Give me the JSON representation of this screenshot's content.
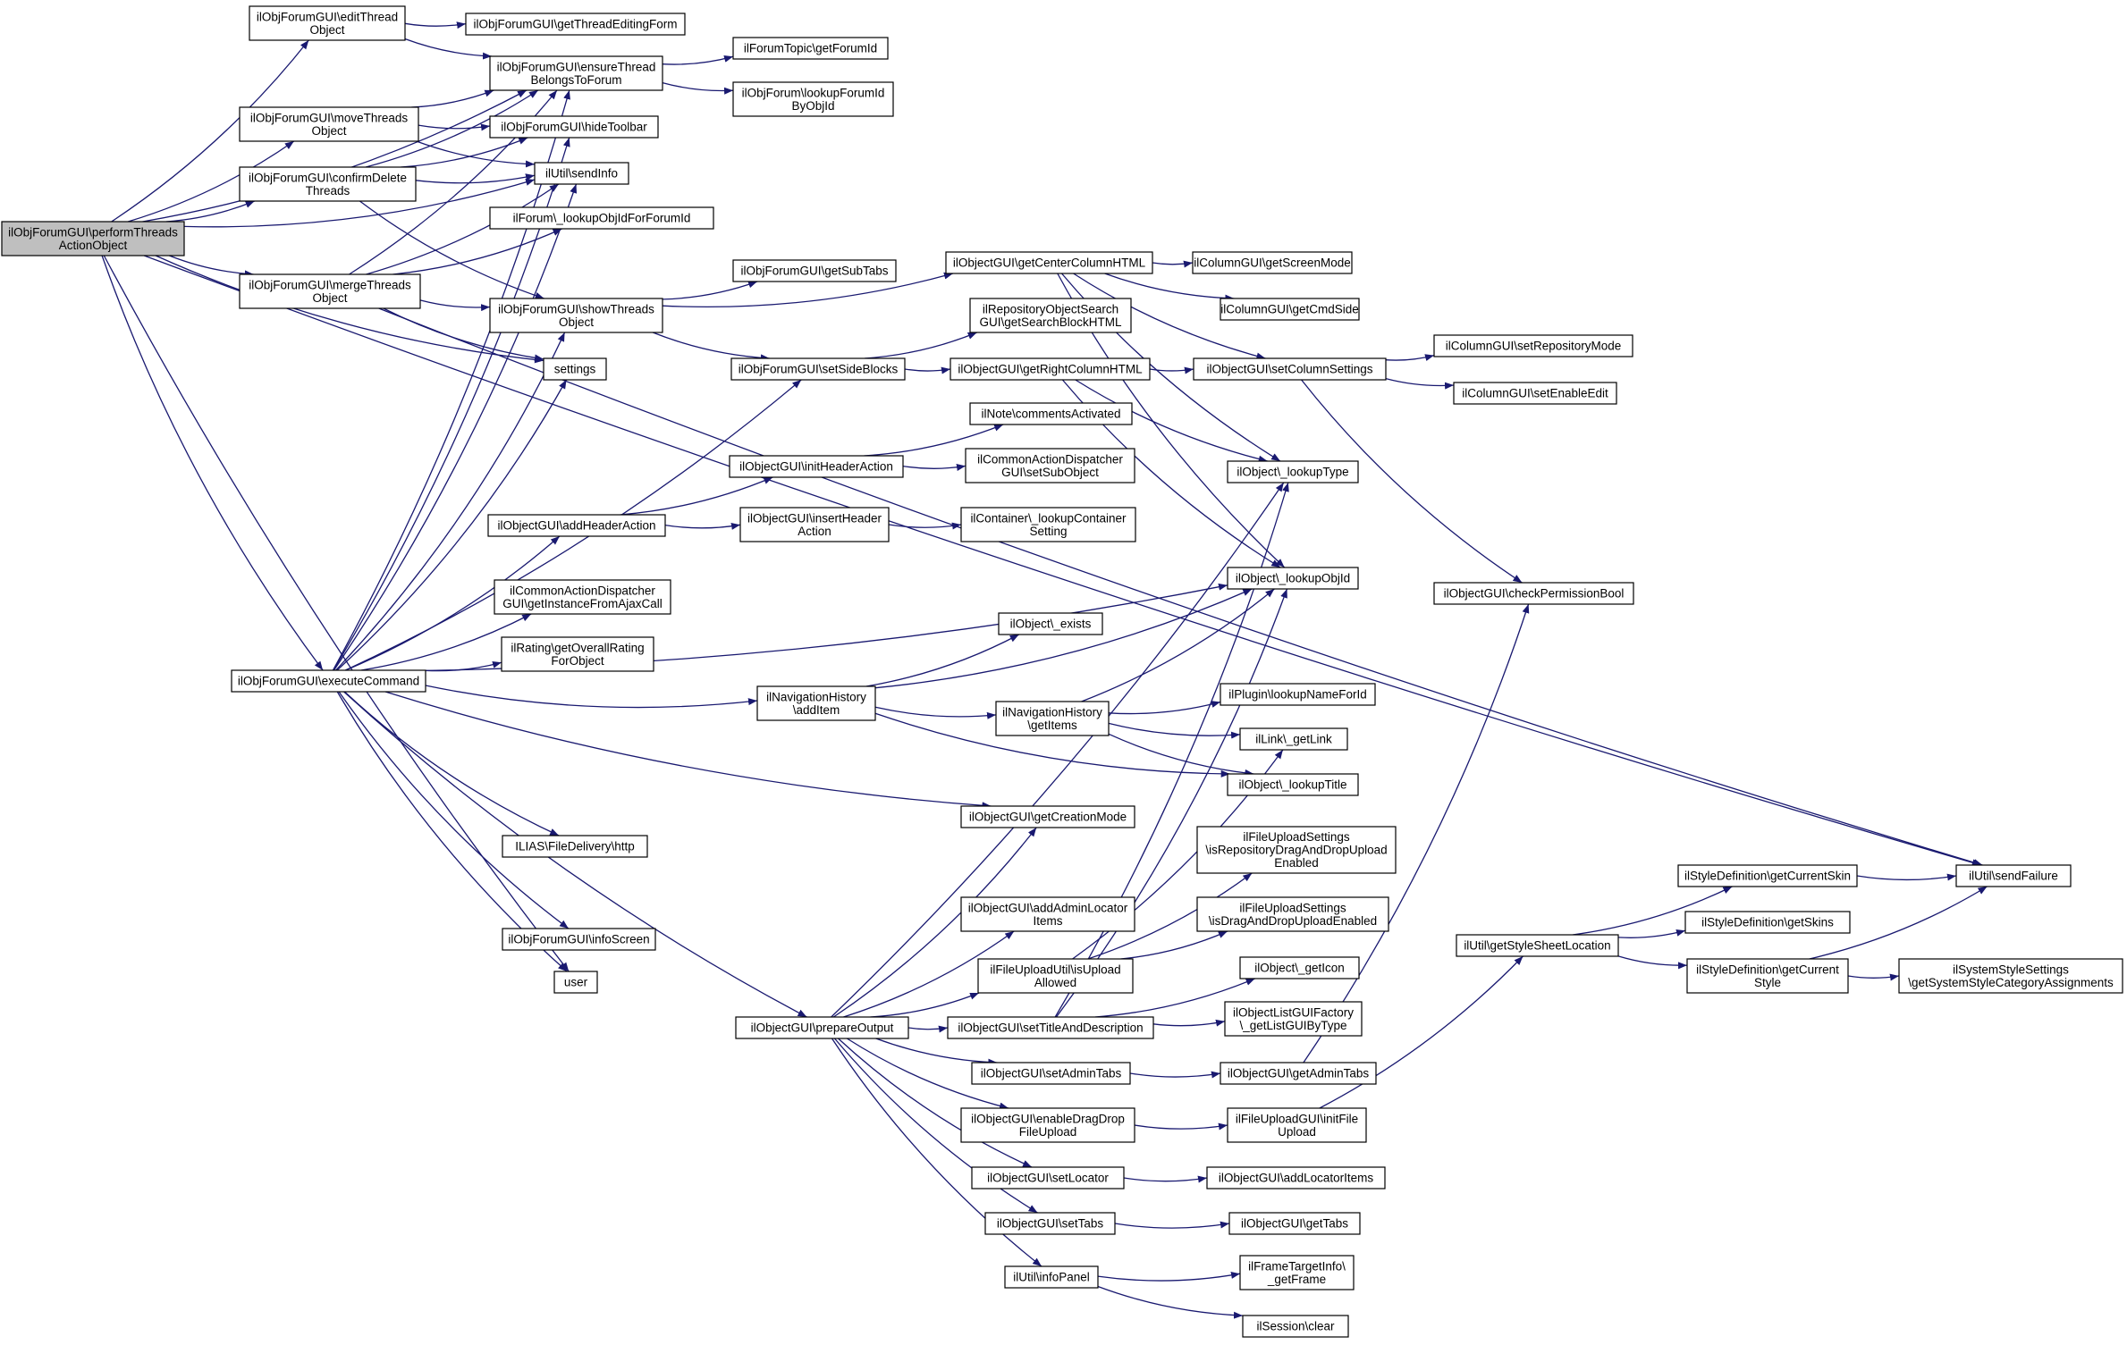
{
  "diagram": {
    "title": "",
    "edge_color": "#191970",
    "root_fill": "#bfbfbf",
    "nodes": [
      {
        "id": "root",
        "lines": [
          "ilObjForumGUI\\performThreads",
          "ActionObject"
        ],
        "root": true
      },
      {
        "id": "editThread",
        "lines": [
          "ilObjForumGUI\\editThread",
          "Object"
        ]
      },
      {
        "id": "getThreadEditingForm",
        "lines": [
          "ilObjForumGUI\\getThreadEditingForm"
        ]
      },
      {
        "id": "ensureThread",
        "lines": [
          "ilObjForumGUI\\ensureThread",
          "BelongsToForum"
        ]
      },
      {
        "id": "getForumId",
        "lines": [
          "ilForumTopic\\getForumId"
        ]
      },
      {
        "id": "lookupForumId",
        "lines": [
          "ilObjForum\\lookupForumId",
          "ByObjId"
        ]
      },
      {
        "id": "moveThreads",
        "lines": [
          "ilObjForumGUI\\moveThreads",
          "Object"
        ]
      },
      {
        "id": "hideToolbar",
        "lines": [
          "ilObjForumGUI\\hideToolbar"
        ]
      },
      {
        "id": "confirmDelete",
        "lines": [
          "ilObjForumGUI\\confirmDelete",
          "Threads"
        ]
      },
      {
        "id": "sendInfo",
        "lines": [
          "ilUtil\\sendInfo"
        ]
      },
      {
        "id": "lookupObjIdForForumId",
        "lines": [
          "ilForum\\_lookupObjIdForForumId"
        ]
      },
      {
        "id": "mergeThreads",
        "lines": [
          "ilObjForumGUI\\mergeThreads",
          "Object"
        ]
      },
      {
        "id": "getSubTabs",
        "lines": [
          "ilObjForumGUI\\getSubTabs"
        ]
      },
      {
        "id": "showThreads",
        "lines": [
          "ilObjForumGUI\\showThreads",
          "Object"
        ]
      },
      {
        "id": "settings",
        "lines": [
          "settings"
        ]
      },
      {
        "id": "getCenterColumnHTML",
        "lines": [
          "ilObjectGUI\\getCenterColumnHTML"
        ]
      },
      {
        "id": "getScreenMode",
        "lines": [
          "ilColumnGUI\\getScreenMode"
        ]
      },
      {
        "id": "getCmdSide",
        "lines": [
          "ilColumnGUI\\getCmdSide"
        ]
      },
      {
        "id": "getSearchBlockHTML",
        "lines": [
          "ilRepositoryObjectSearch",
          "GUI\\getSearchBlockHTML"
        ]
      },
      {
        "id": "setSideBlocks",
        "lines": [
          "ilObjForumGUI\\setSideBlocks"
        ]
      },
      {
        "id": "getRightColumnHTML",
        "lines": [
          "ilObjectGUI\\getRightColumnHTML"
        ]
      },
      {
        "id": "setColumnSettings",
        "lines": [
          "ilObjectGUI\\setColumnSettings"
        ]
      },
      {
        "id": "setRepositoryMode",
        "lines": [
          "ilColumnGUI\\setRepositoryMode"
        ]
      },
      {
        "id": "setEnableEdit",
        "lines": [
          "ilColumnGUI\\setEnableEdit"
        ]
      },
      {
        "id": "commentsActivated",
        "lines": [
          "ilNote\\commentsActivated"
        ]
      },
      {
        "id": "initHeaderAction",
        "lines": [
          "ilObjectGUI\\initHeaderAction"
        ]
      },
      {
        "id": "setSubObject",
        "lines": [
          "ilCommonActionDispatcher",
          "GUI\\setSubObject"
        ]
      },
      {
        "id": "lookupType",
        "lines": [
          "ilObject\\_lookupType"
        ]
      },
      {
        "id": "addHeaderAction",
        "lines": [
          "ilObjectGUI\\addHeaderAction"
        ]
      },
      {
        "id": "insertHeaderAction",
        "lines": [
          "ilObjectGUI\\insertHeader",
          "Action"
        ]
      },
      {
        "id": "lookupContainerSetting",
        "lines": [
          "ilContainer\\_lookupContainer",
          "Setting"
        ]
      },
      {
        "id": "lookupObjId",
        "lines": [
          "ilObject\\_lookupObjId"
        ]
      },
      {
        "id": "checkPermissionBool",
        "lines": [
          "ilObjectGUI\\checkPermissionBool"
        ]
      },
      {
        "id": "getInstanceFromAjaxCall",
        "lines": [
          "ilCommonActionDispatcher",
          "GUI\\getInstanceFromAjaxCall"
        ]
      },
      {
        "id": "exists",
        "lines": [
          "ilObject\\_exists"
        ]
      },
      {
        "id": "getOverallRating",
        "lines": [
          "ilRating\\getOverallRating",
          "ForObject"
        ]
      },
      {
        "id": "executeCommand",
        "lines": [
          "ilObjForumGUI\\executeCommand"
        ]
      },
      {
        "id": "addItem",
        "lines": [
          "ilNavigationHistory",
          "\\addItem"
        ]
      },
      {
        "id": "lookupNameForId",
        "lines": [
          "ilPlugin\\lookupNameForId"
        ]
      },
      {
        "id": "getItems",
        "lines": [
          "ilNavigationHistory",
          "\\getItems"
        ]
      },
      {
        "id": "getLink",
        "lines": [
          "ilLink\\_getLink"
        ]
      },
      {
        "id": "lookupTitle",
        "lines": [
          "ilObject\\_lookupTitle"
        ]
      },
      {
        "id": "getCreationMode",
        "lines": [
          "ilObjectGUI\\getCreationMode"
        ]
      },
      {
        "id": "http",
        "lines": [
          "ILIAS\\FileDelivery\\http"
        ]
      },
      {
        "id": "isRepoDragDrop",
        "lines": [
          "ilFileUploadSettings",
          "\\isRepositoryDragAndDropUpload",
          "Enabled"
        ]
      },
      {
        "id": "getCurrentSkin",
        "lines": [
          "ilStyleDefinition\\getCurrentSkin"
        ]
      },
      {
        "id": "sendFailure",
        "lines": [
          "ilUtil\\sendFailure"
        ]
      },
      {
        "id": "addAdminLocatorItems",
        "lines": [
          "ilObjectGUI\\addAdminLocator",
          "Items"
        ]
      },
      {
        "id": "isDragDrop",
        "lines": [
          "ilFileUploadSettings",
          "\\isDragAndDropUploadEnabled"
        ]
      },
      {
        "id": "getSkins",
        "lines": [
          "ilStyleDefinition\\getSkins"
        ]
      },
      {
        "id": "infoScreen",
        "lines": [
          "ilObjForumGUI\\infoScreen"
        ]
      },
      {
        "id": "getStyleSheetLocation",
        "lines": [
          "ilUtil\\getStyleSheetLocation"
        ]
      },
      {
        "id": "isUploadAllowed",
        "lines": [
          "ilFileUploadUtil\\isUpload",
          "Allowed"
        ]
      },
      {
        "id": "getIcon",
        "lines": [
          "ilObject\\_getIcon"
        ]
      },
      {
        "id": "getCurrentStyle",
        "lines": [
          "ilStyleDefinition\\getCurrent",
          "Style"
        ]
      },
      {
        "id": "getSystemStyleCategory",
        "lines": [
          "ilSystemStyleSettings",
          "\\getSystemStyleCategoryAssignments"
        ]
      },
      {
        "id": "user",
        "lines": [
          "user"
        ]
      },
      {
        "id": "getListGUIByType",
        "lines": [
          "ilObjectListGUIFactory",
          "\\_getListGUIByType"
        ]
      },
      {
        "id": "prepareOutput",
        "lines": [
          "ilObjectGUI\\prepareOutput"
        ]
      },
      {
        "id": "setTitleAndDescription",
        "lines": [
          "ilObjectGUI\\setTitleAndDescription"
        ]
      },
      {
        "id": "setAdminTabs",
        "lines": [
          "ilObjectGUI\\setAdminTabs"
        ]
      },
      {
        "id": "getAdminTabs",
        "lines": [
          "ilObjectGUI\\getAdminTabs"
        ]
      },
      {
        "id": "enableDragDrop",
        "lines": [
          "ilObjectGUI\\enableDragDrop",
          "FileUpload"
        ]
      },
      {
        "id": "initFileUpload",
        "lines": [
          "ilFileUploadGUI\\initFile",
          "Upload"
        ]
      },
      {
        "id": "setLocator",
        "lines": [
          "ilObjectGUI\\setLocator"
        ]
      },
      {
        "id": "addLocatorItems",
        "lines": [
          "ilObjectGUI\\addLocatorItems"
        ]
      },
      {
        "id": "setTabs",
        "lines": [
          "ilObjectGUI\\setTabs"
        ]
      },
      {
        "id": "getTabs",
        "lines": [
          "ilObjectGUI\\getTabs"
        ]
      },
      {
        "id": "infoPanel",
        "lines": [
          "ilUtil\\infoPanel"
        ]
      },
      {
        "id": "getFrame",
        "lines": [
          "ilFrameTargetInfo\\",
          "_getFrame"
        ]
      },
      {
        "id": "clear",
        "lines": [
          "ilSession\\clear"
        ]
      }
    ],
    "edges": [
      [
        "root",
        "editThread"
      ],
      [
        "root",
        "ensureThread"
      ],
      [
        "root",
        "moveThreads"
      ],
      [
        "root",
        "confirmDelete"
      ],
      [
        "root",
        "sendInfo"
      ],
      [
        "root",
        "mergeThreads"
      ],
      [
        "root",
        "settings"
      ],
      [
        "root",
        "sendFailure"
      ],
      [
        "root",
        "executeCommand"
      ],
      [
        "root",
        "user"
      ],
      [
        "editThread",
        "getThreadEditingForm"
      ],
      [
        "editThread",
        "ensureThread"
      ],
      [
        "ensureThread",
        "getForumId"
      ],
      [
        "ensureThread",
        "lookupForumId"
      ],
      [
        "moveThreads",
        "ensureThread"
      ],
      [
        "moveThreads",
        "hideToolbar"
      ],
      [
        "moveThreads",
        "sendInfo"
      ],
      [
        "confirmDelete",
        "ensureThread"
      ],
      [
        "confirmDelete",
        "hideToolbar"
      ],
      [
        "confirmDelete",
        "sendInfo"
      ],
      [
        "confirmDelete",
        "showThreads"
      ],
      [
        "mergeThreads",
        "ensureThread"
      ],
      [
        "mergeThreads",
        "lookupObjIdForForumId"
      ],
      [
        "mergeThreads",
        "sendInfo"
      ],
      [
        "mergeThreads",
        "showThreads"
      ],
      [
        "mergeThreads",
        "settings"
      ],
      [
        "mergeThreads",
        "sendFailure"
      ],
      [
        "showThreads",
        "getSubTabs"
      ],
      [
        "showThreads",
        "getCenterColumnHTML"
      ],
      [
        "showThreads",
        "setSideBlocks"
      ],
      [
        "getCenterColumnHTML",
        "getScreenMode"
      ],
      [
        "getCenterColumnHTML",
        "getCmdSide"
      ],
      [
        "getCenterColumnHTML",
        "setColumnSettings"
      ],
      [
        "getCenterColumnHTML",
        "lookupType"
      ],
      [
        "getCenterColumnHTML",
        "lookupObjId"
      ],
      [
        "setSideBlocks",
        "getSearchBlockHTML"
      ],
      [
        "setSideBlocks",
        "getRightColumnHTML"
      ],
      [
        "getRightColumnHTML",
        "setColumnSettings"
      ],
      [
        "getRightColumnHTML",
        "lookupType"
      ],
      [
        "getRightColumnHTML",
        "lookupObjId"
      ],
      [
        "setColumnSettings",
        "setRepositoryMode"
      ],
      [
        "setColumnSettings",
        "setEnableEdit"
      ],
      [
        "setColumnSettings",
        "checkPermissionBool"
      ],
      [
        "initHeaderAction",
        "commentsActivated"
      ],
      [
        "initHeaderAction",
        "setSubObject"
      ],
      [
        "addHeaderAction",
        "initHeaderAction"
      ],
      [
        "addHeaderAction",
        "insertHeaderAction"
      ],
      [
        "insertHeaderAction",
        "lookupContainerSetting"
      ],
      [
        "executeCommand",
        "ensureThread"
      ],
      [
        "executeCommand",
        "hideToolbar"
      ],
      [
        "executeCommand",
        "sendInfo"
      ],
      [
        "executeCommand",
        "showThreads"
      ],
      [
        "executeCommand",
        "settings"
      ],
      [
        "executeCommand",
        "setSideBlocks"
      ],
      [
        "executeCommand",
        "addHeaderAction"
      ],
      [
        "executeCommand",
        "getInstanceFromAjaxCall"
      ],
      [
        "executeCommand",
        "getOverallRating"
      ],
      [
        "executeCommand",
        "addItem"
      ],
      [
        "executeCommand",
        "getCreationMode"
      ],
      [
        "executeCommand",
        "http"
      ],
      [
        "executeCommand",
        "infoScreen"
      ],
      [
        "executeCommand",
        "user"
      ],
      [
        "executeCommand",
        "prepareOutput"
      ],
      [
        "executeCommand",
        "lookupObjId"
      ],
      [
        "addItem",
        "lookupObjId"
      ],
      [
        "addItem",
        "exists"
      ],
      [
        "addItem",
        "getItems"
      ],
      [
        "addItem",
        "lookupTitle"
      ],
      [
        "getItems",
        "lookupObjId"
      ],
      [
        "getItems",
        "lookupNameForId"
      ],
      [
        "getItems",
        "getLink"
      ],
      [
        "getItems",
        "lookupTitle"
      ],
      [
        "getStyleSheetLocation",
        "getCurrentSkin"
      ],
      [
        "getStyleSheetLocation",
        "getSkins"
      ],
      [
        "getStyleSheetLocation",
        "getCurrentStyle"
      ],
      [
        "getCurrentSkin",
        "sendFailure"
      ],
      [
        "getCurrentStyle",
        "sendFailure"
      ],
      [
        "getCurrentStyle",
        "getSystemStyleCategory"
      ],
      [
        "isUploadAllowed",
        "getLink"
      ],
      [
        "isUploadAllowed",
        "isRepoDragDrop"
      ],
      [
        "isUploadAllowed",
        "isDragDrop"
      ],
      [
        "prepareOutput",
        "lookupType"
      ],
      [
        "prepareOutput",
        "getCreationMode"
      ],
      [
        "prepareOutput",
        "addAdminLocatorItems"
      ],
      [
        "prepareOutput",
        "isUploadAllowed"
      ],
      [
        "prepareOutput",
        "setTitleAndDescription"
      ],
      [
        "prepareOutput",
        "setAdminTabs"
      ],
      [
        "prepareOutput",
        "enableDragDrop"
      ],
      [
        "prepareOutput",
        "setLocator"
      ],
      [
        "prepareOutput",
        "setTabs"
      ],
      [
        "prepareOutput",
        "infoPanel"
      ],
      [
        "setTitleAndDescription",
        "lookupType"
      ],
      [
        "setTitleAndDescription",
        "lookupObjId"
      ],
      [
        "setTitleAndDescription",
        "getIcon"
      ],
      [
        "setTitleAndDescription",
        "getListGUIByType"
      ],
      [
        "setAdminTabs",
        "getAdminTabs"
      ],
      [
        "getAdminTabs",
        "checkPermissionBool"
      ],
      [
        "enableDragDrop",
        "initFileUpload"
      ],
      [
        "initFileUpload",
        "getStyleSheetLocation"
      ],
      [
        "setLocator",
        "addLocatorItems"
      ],
      [
        "setTabs",
        "getTabs"
      ],
      [
        "infoPanel",
        "getFrame"
      ],
      [
        "infoPanel",
        "clear"
      ]
    ]
  }
}
